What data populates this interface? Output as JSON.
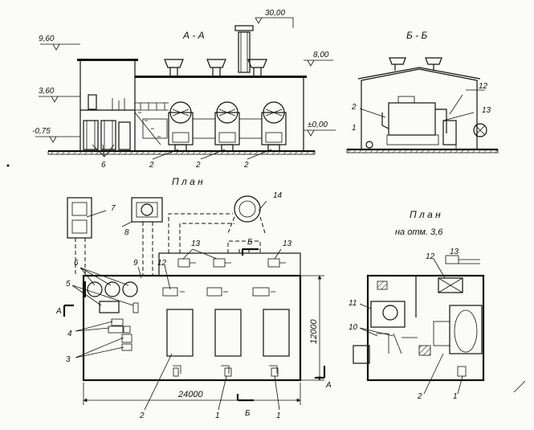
{
  "section_aa": {
    "title": "А - А",
    "elevations": {
      "e960": "9,60",
      "e360": "3,60",
      "e075": "-0,75",
      "e3000": "30,00",
      "e800": "8,00",
      "e000": "±0,00"
    },
    "labels": {
      "l6": "6",
      "l2a": "2",
      "l2b": "2",
      "l2c": "2"
    }
  },
  "section_bb": {
    "title": "Б - Б",
    "labels": {
      "l12": "12",
      "l2": "2",
      "l13": "13",
      "l1": "1"
    }
  },
  "plan": {
    "title": "П л а н",
    "labels": {
      "l14": "14",
      "l7": "7",
      "l8": "8",
      "l6": "6",
      "l5": "5",
      "l9": "9",
      "l12": "12",
      "l13a": "13",
      "l13b": "13",
      "lB_top": "Б",
      "l4": "4",
      "l3": "3",
      "l2": "2",
      "l1a": "1",
      "l1b": "1",
      "lB_bottom": "Б",
      "lA_left": "А",
      "lA_right": "А"
    },
    "dimensions": {
      "width": "24000",
      "depth": "12000"
    }
  },
  "plan_360": {
    "title_line1": "П л а н",
    "title_line2": "на отм. 3,6",
    "labels": {
      "l12": "12",
      "l13": "13",
      "l11": "11",
      "l10": "10",
      "l2": "2",
      "l1": "1"
    }
  }
}
